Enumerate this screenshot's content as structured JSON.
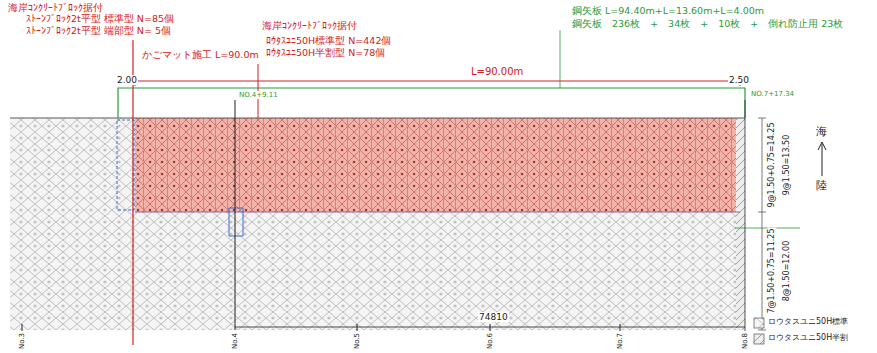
{
  "diagram": {
    "labels": [
      "海岸ｺﾝｸﾘｰﾄﾌﾞﾛｯｸ据付",
      "ｽﾄｰﾝﾌﾞﾛｯｸ2t平型 標準型 N=85個",
      "ｽﾄｰﾝﾌﾞﾛｯｸ2t平型 端部型 N= 5個",
      "かごマット施工 L=90.0m",
      "海岸ｺﾝｸﾘｰﾄﾌﾞﾛｯｸ据付",
      "ﾛｳﾀｽﾕﾆ50H標準型 N=442個",
      "ﾛｳﾀｽﾕﾆ50H半割型 N=78個",
      "鋼矢板 L=94.40m+L=13.60m+L=4.00m",
      "鋼矢板　236枚　+　34枚　+　10枚　+　倒れ防止用 23枚",
      "L=90.00m",
      "2.00",
      "NO.4+9.11",
      "2.50",
      "NO.7+17.34",
      "9@1.50+0.75=14.25",
      "9@1.50=13.50",
      "7@1.50+0.75=11.25",
      "8@1.50=12.00",
      "海",
      "陸",
      "74810",
      "No.3",
      "No.4",
      "No.5",
      "No.6",
      "No.7",
      "No.8"
    ],
    "legend": [
      {
        "text": "ロウタスユニ50H標準"
      },
      {
        "text": "ロウタスユニ50H半割"
      }
    ]
  }
}
